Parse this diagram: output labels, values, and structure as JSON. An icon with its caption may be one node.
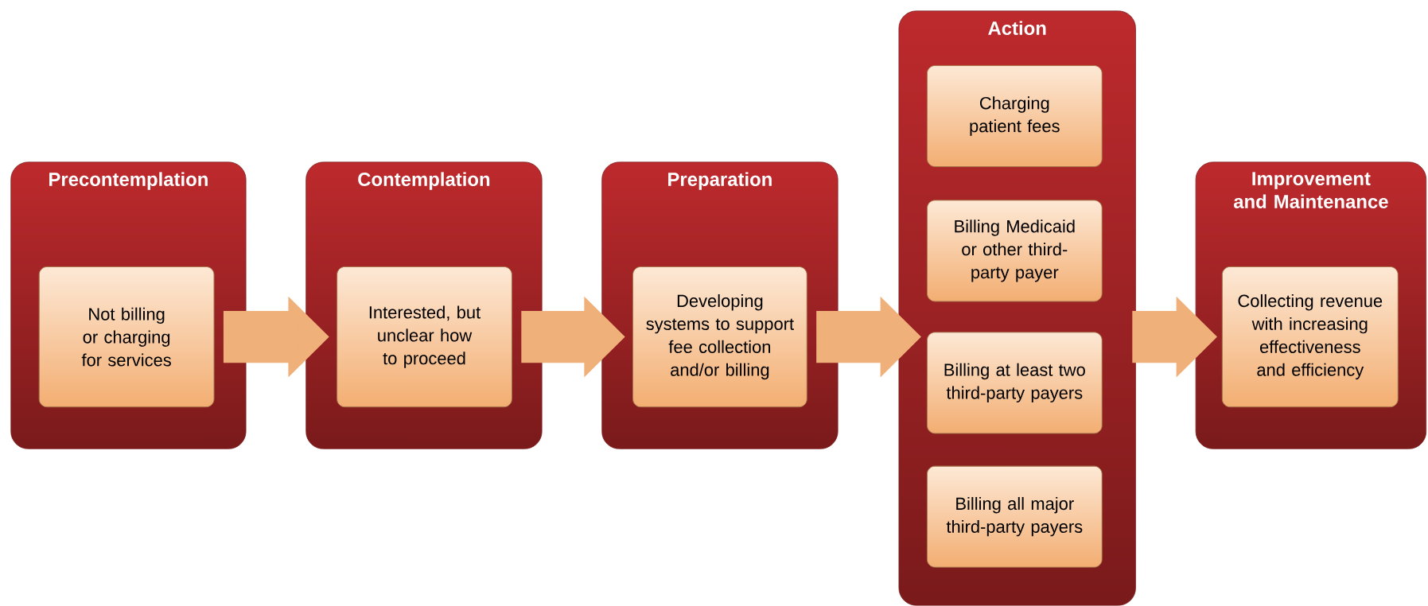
{
  "diagram": {
    "nodes": [
      {
        "text": [
          "Precontemplation"
        ]
      },
      {
        "text": [
          "Not billing or charging for services"
        ],
        "in": 0
      },
      {
        "text": [
          "Contemplation"
        ]
      },
      {
        "text": [
          "Interested, but unclear how to proceed"
        ],
        "in": 2
      },
      {
        "text": [
          "Preparation"
        ]
      },
      {
        "text": [
          "Developing systems to support fee collection and/or billing"
        ],
        "in": 4
      },
      {
        "text": [
          "Action"
        ]
      },
      {
        "text": [
          "Charging patient fees"
        ],
        "in": 6
      },
      {
        "text": [
          "Billing Medicaid or other third-party payer"
        ],
        "in": 6
      },
      {
        "text": [
          "Billing at least two third-party payers"
        ],
        "in": 6
      },
      {
        "text": [
          "Billing all major third-party payers"
        ],
        "in": 6
      },
      {
        "text": [
          "Improvement and Maintenance"
        ]
      },
      {
        "text": [
          "Collecting revenue with increasing effectiveness and efficiency"
        ],
        "in": 11
      }
    ],
    "edges": [
      {
        "from": 1,
        "to": 3,
        "arrow": "to"
      },
      {
        "from": 3,
        "to": 5,
        "arrow": "to"
      },
      {
        "from": 5,
        "to": 6,
        "arrow": "to"
      },
      {
        "from": 6,
        "to": 12,
        "arrow": "to"
      }
    ]
  }
}
